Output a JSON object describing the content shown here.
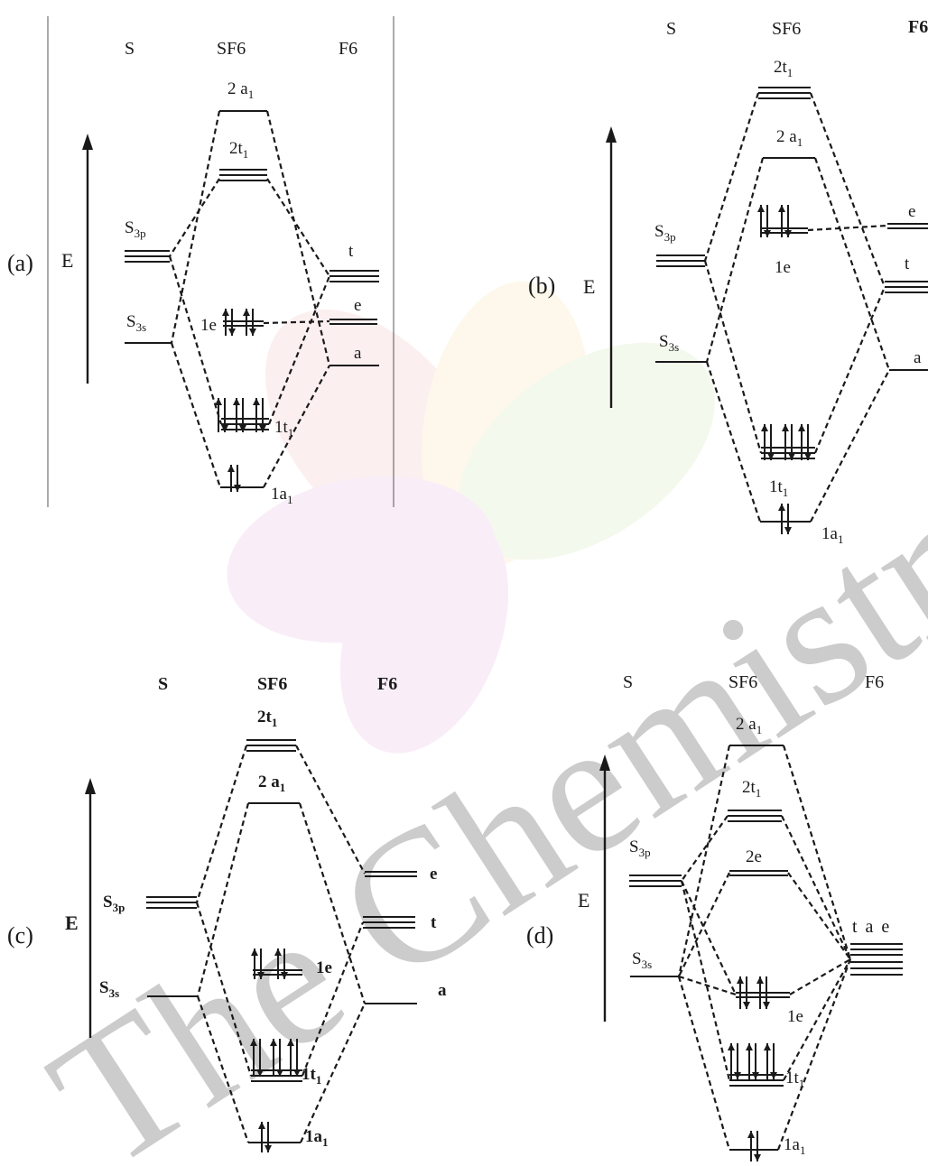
{
  "watermark": {
    "text": "The Chemistry",
    "color": "#d6a4c4",
    "petal_colors": [
      "#f2b8bc",
      "#f9e3a8",
      "#cfe6b0",
      "#e7b6e2"
    ]
  },
  "panels": [
    {
      "id": "a",
      "label": "(a)",
      "energy_axis": "E",
      "headers": {
        "left": "S",
        "middle": "SF6",
        "right": "F6"
      },
      "sulfur": [
        {
          "main": "S",
          "sub": "3p",
          "degeneracy": 3
        },
        {
          "main": "S",
          "sub": "3s",
          "degeneracy": 1
        }
      ],
      "fluorine": [
        {
          "text": "t",
          "degeneracy": 3
        },
        {
          "text": "e",
          "degeneracy": 2
        },
        {
          "text": "a",
          "degeneracy": 1
        }
      ],
      "mos": [
        {
          "main": "2 a",
          "sub": "1",
          "degeneracy": 1,
          "occupied": false
        },
        {
          "main": "2t",
          "sub": "1",
          "degeneracy": 3,
          "occupied": false
        },
        {
          "main": "1e",
          "sub": "",
          "degeneracy": 2,
          "occupied": true
        },
        {
          "main": "1t",
          "sub": "1",
          "degeneracy": 3,
          "occupied": true
        },
        {
          "main": "1a",
          "sub": "1",
          "degeneracy": 1,
          "occupied": true
        }
      ]
    },
    {
      "id": "b",
      "label": "(b)",
      "energy_axis": "E",
      "headers": {
        "left": "S",
        "middle": "SF6",
        "right": "F6"
      },
      "sulfur": [
        {
          "main": "S",
          "sub": "3p",
          "degeneracy": 3
        },
        {
          "main": "S",
          "sub": "3s",
          "degeneracy": 1
        }
      ],
      "fluorine": [
        {
          "text": "e",
          "degeneracy": 2
        },
        {
          "text": "t",
          "degeneracy": 3
        },
        {
          "text": "a",
          "degeneracy": 1
        }
      ],
      "mos": [
        {
          "main": "2t",
          "sub": "1",
          "degeneracy": 3,
          "occupied": false
        },
        {
          "main": "2 a",
          "sub": "1",
          "degeneracy": 1,
          "occupied": false
        },
        {
          "main": "1e",
          "sub": "",
          "degeneracy": 2,
          "occupied": true
        },
        {
          "main": "1t",
          "sub": "1",
          "degeneracy": 3,
          "occupied": true
        },
        {
          "main": "1a",
          "sub": "1",
          "degeneracy": 1,
          "occupied": true
        }
      ]
    },
    {
      "id": "c",
      "label": "(c)",
      "energy_axis": "E",
      "headers": {
        "left": "S",
        "middle": "SF6",
        "right": "F6"
      },
      "sulfur": [
        {
          "main": "S",
          "sub": "3p",
          "degeneracy": 3
        },
        {
          "main": "S",
          "sub": "3s",
          "degeneracy": 1
        }
      ],
      "fluorine": [
        {
          "text": "e",
          "degeneracy": 2
        },
        {
          "text": "t",
          "degeneracy": 3
        },
        {
          "text": "a",
          "degeneracy": 1
        }
      ],
      "mos": [
        {
          "main": "2t",
          "sub": "1",
          "degeneracy": 3,
          "occupied": false
        },
        {
          "main": "2 a",
          "sub": "1",
          "degeneracy": 1,
          "occupied": false
        },
        {
          "main": "1e",
          "sub": "",
          "degeneracy": 2,
          "occupied": true
        },
        {
          "main": "1t",
          "sub": "1",
          "degeneracy": 3,
          "occupied": true
        },
        {
          "main": "1a",
          "sub": "1",
          "degeneracy": 1,
          "occupied": true
        }
      ]
    },
    {
      "id": "d",
      "label": "(d)",
      "energy_axis": "E",
      "headers": {
        "left": "S",
        "middle": "SF6",
        "right": "F6"
      },
      "sulfur": [
        {
          "main": "S",
          "sub": "3p",
          "degeneracy": 3
        },
        {
          "main": "S",
          "sub": "3s",
          "degeneracy": 1
        }
      ],
      "fluorine": [
        {
          "text": "t a e",
          "degeneracy": 6
        }
      ],
      "mos": [
        {
          "main": "2 a",
          "sub": "1",
          "degeneracy": 1,
          "occupied": false
        },
        {
          "main": "2t",
          "sub": "1",
          "degeneracy": 3,
          "occupied": false
        },
        {
          "main": "2e",
          "sub": "",
          "degeneracy": 2,
          "occupied": false
        },
        {
          "main": "1e",
          "sub": "",
          "degeneracy": 2,
          "occupied": true
        },
        {
          "main": "1t",
          "sub": "1",
          "degeneracy": 3,
          "occupied": true
        },
        {
          "main": "1a",
          "sub": "1",
          "degeneracy": 1,
          "occupied": true
        }
      ]
    }
  ]
}
